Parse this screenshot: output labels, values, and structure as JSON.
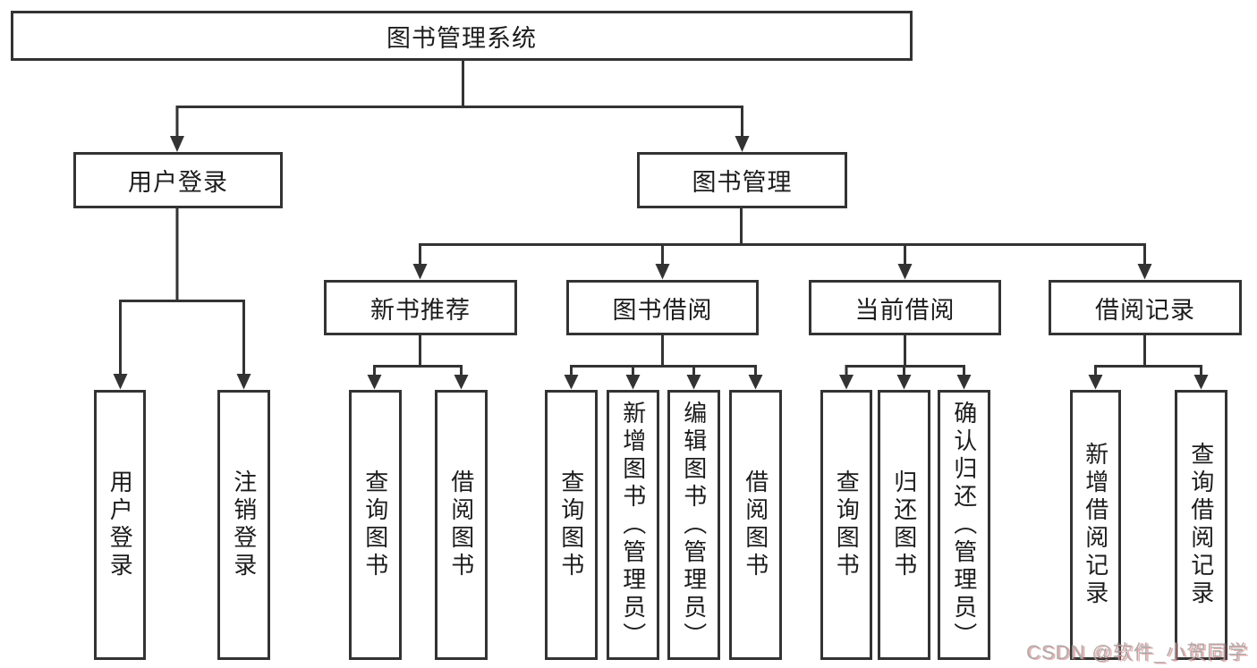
{
  "nodes": {
    "root": "图书管理系统",
    "login": "用户登录",
    "mgmt": "图书管理",
    "rec": "新书推荐",
    "borrow": "图书借阅",
    "current": "当前借阅",
    "record": "借阅记录"
  },
  "leaves": {
    "login": [
      "用户登录",
      "注销登录"
    ],
    "rec": [
      "查询图书",
      "借阅图书"
    ],
    "borrow": [
      "查询图书",
      "新增图书（管理员）",
      "编辑图书（管理员）",
      "借阅图书"
    ],
    "current": [
      "查询图书",
      "归还图书",
      "确认归还（管理员）"
    ],
    "record": [
      "新增借阅记录",
      "查询借阅记录"
    ]
  },
  "watermark": {
    "text": "CSDN @软件_小贺同学",
    "text_color": "#a8a8a8",
    "shadow_color": "#d65050"
  },
  "colors": {
    "line": "#333333",
    "box_border": "#333333",
    "text": "#1c1c1c",
    "background": "#ffffff"
  }
}
